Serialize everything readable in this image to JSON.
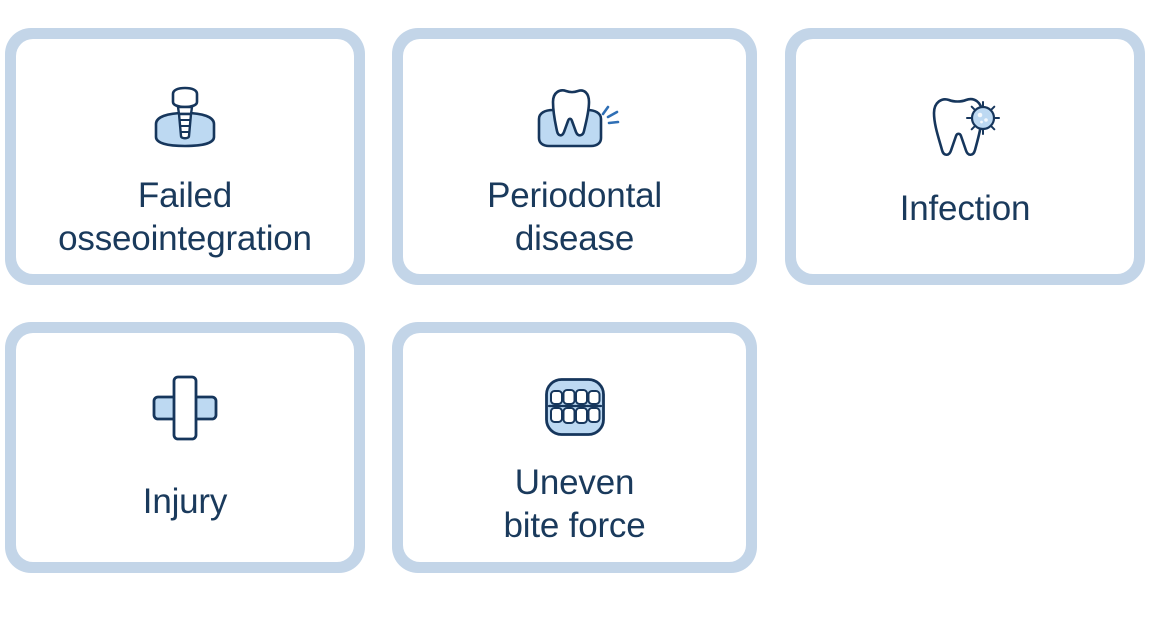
{
  "palette": {
    "page_background": "#ffffff",
    "card_frame": "#c3d5e8",
    "card_surface": "#ffffff",
    "text_ink": "#1a3a5c",
    "icon_stroke": "#16365c",
    "icon_fill": "#bdd9f2",
    "icon_fill_light": "#d7e8f8"
  },
  "grid": {
    "columns": 3,
    "rows": 2,
    "card_count": 5
  },
  "cards": [
    {
      "id": "failed-osseointegration",
      "label": "Failed\nosseointegration",
      "label_lines": [
        "Failed",
        "osseointegration"
      ],
      "icon": "dental-implant-icon",
      "row": 1,
      "column": 1
    },
    {
      "id": "periodontal-disease",
      "label": "Periodontal\ndisease",
      "label_lines": [
        "Periodontal",
        "disease"
      ],
      "icon": "tooth-gum-pain-icon",
      "row": 1,
      "column": 2
    },
    {
      "id": "infection",
      "label": "Infection",
      "label_lines": [
        "Infection"
      ],
      "icon": "tooth-bacteria-icon",
      "row": 1,
      "column": 3
    },
    {
      "id": "injury",
      "label": "Injury",
      "label_lines": [
        "Injury"
      ],
      "icon": "medical-cross-icon",
      "row": 2,
      "column": 1
    },
    {
      "id": "uneven-bite-force",
      "label": "Uneven\nbite force",
      "label_lines": [
        "Uneven",
        "bite force"
      ],
      "icon": "dentition-bite-icon",
      "row": 2,
      "column": 2
    }
  ]
}
